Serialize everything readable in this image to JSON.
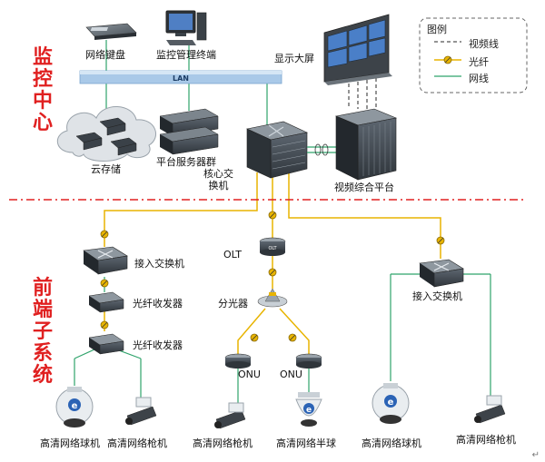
{
  "sections": {
    "monitoring_center": [
      "监",
      "控",
      "中",
      "心"
    ],
    "front_end": [
      "前",
      "端",
      "子",
      "系",
      "统"
    ]
  },
  "legend": {
    "title": "图例",
    "items": [
      {
        "label": "视频线",
        "kind": "video",
        "color": "#555555"
      },
      {
        "label": "光纤",
        "kind": "fiber",
        "color": "#e8b400"
      },
      {
        "label": "网线",
        "kind": "net",
        "color": "#2fa36b"
      }
    ]
  },
  "lan_label": "LAN",
  "nodes": {
    "keyboard": "网络键盘",
    "terminal": "监控管理终端",
    "display": "显示大屏",
    "cloud": "云存储",
    "servers": "平台服务器群",
    "core_switch": "核心交\n换机",
    "video_platform": "视频综合平台",
    "access_switch_left": "接入交换机",
    "transceiver_1": "光纤收发器",
    "transceiver_2": "光纤收发器",
    "olt": "OLT",
    "splitter": "分光器",
    "onu_1": "ONU",
    "onu_2": "ONU",
    "access_switch_right": "接入交换机"
  },
  "cameras": [
    "高清网络球机",
    "高清网络枪机",
    "高清网络枪机",
    "高清网络半球",
    "高清网络球机",
    "高清网络枪机"
  ],
  "return_mark": "↵",
  "colors": {
    "accent_red": "#e02020",
    "fiber": "#e8b400",
    "net": "#2fa36b",
    "lan": "#a9c9e8"
  }
}
